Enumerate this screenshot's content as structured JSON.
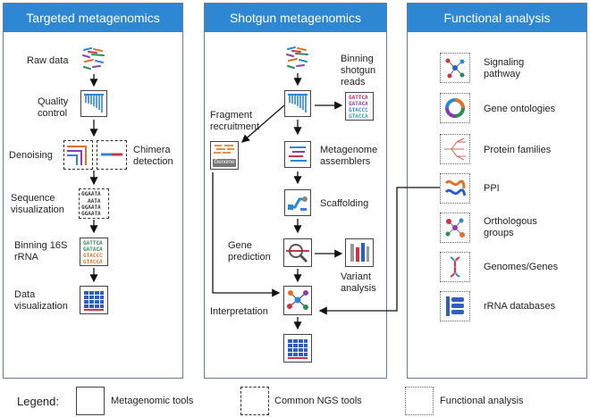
{
  "panels": {
    "targeted": {
      "title": "Targeted metagenomics",
      "steps": {
        "raw": "Raw data",
        "quality": "Quality control",
        "denoising": "Denoising",
        "chimera": "Chimera detection",
        "seqvis": "Sequence visualization",
        "binning": "Binning 16S rRNA",
        "datavis": "Data visualization"
      },
      "seq_lines": [
        "GGAATA",
        "AATA",
        "GGAATA",
        "GGAATA"
      ],
      "bin_lines": [
        "GATTCA",
        "GATACA",
        "GTACCC",
        "GTACCA"
      ]
    },
    "shotgun": {
      "title": "Shotgun metagenomics",
      "steps": {
        "binning": "Binning shotgun reads",
        "fragment": "Fragment recruitment",
        "assemblers": "Metagenome assemblers",
        "scaffolding": "Scaffolding",
        "gene": "Gene prediction",
        "variant": "Variant analysis",
        "interpretation": "Interpretation"
      },
      "genome_label": "Genome",
      "bin_lines": [
        "GATTCA",
        "GATACA",
        "GTACCC",
        "GTACCA"
      ]
    },
    "functional": {
      "title": "Functional analysis",
      "items": [
        {
          "label": "Signaling pathway",
          "icon": "signaling-pathway-icon"
        },
        {
          "label": "Gene ontologies",
          "icon": "gene-ontologies-icon"
        },
        {
          "label": "Protein families",
          "icon": "protein-families-icon"
        },
        {
          "label": "PPI",
          "icon": "ppi-icon"
        },
        {
          "label": "Orthologous groups",
          "icon": "orthologous-groups-icon"
        },
        {
          "label": "Genomes/Genes",
          "icon": "genomes-genes-icon"
        },
        {
          "label": "rRNA databases",
          "icon": "rrna-databases-icon"
        }
      ]
    }
  },
  "legend": {
    "title": "Legend:",
    "metagenomic": "Metagenomic tools",
    "ngs": "Common NGS tools",
    "functional": "Functional analysis"
  },
  "colors": {
    "header": "#2e87d2",
    "seq_a": "#2e8b57",
    "seq_b": "#e0732a",
    "seq_c": "#8a3fb0",
    "seq_d": "#2e87d2"
  }
}
